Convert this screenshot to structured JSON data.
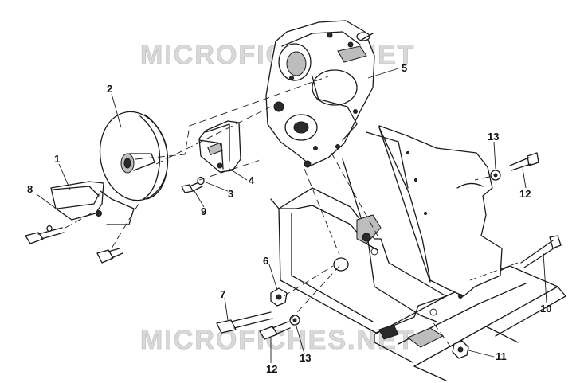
{
  "watermark": {
    "top": "MICROFICHES.NET",
    "bottom": "MICROFICHES.NET"
  },
  "callouts": {
    "c1": "1",
    "c2": "2",
    "c3": "3",
    "c4": "4",
    "c5": "5",
    "c6": "6",
    "c7": "7",
    "c8": "8",
    "c9": "9",
    "c10": "10",
    "c11": "11",
    "c12a": "12",
    "c12b": "12",
    "c13a": "13",
    "c13b": "13"
  }
}
